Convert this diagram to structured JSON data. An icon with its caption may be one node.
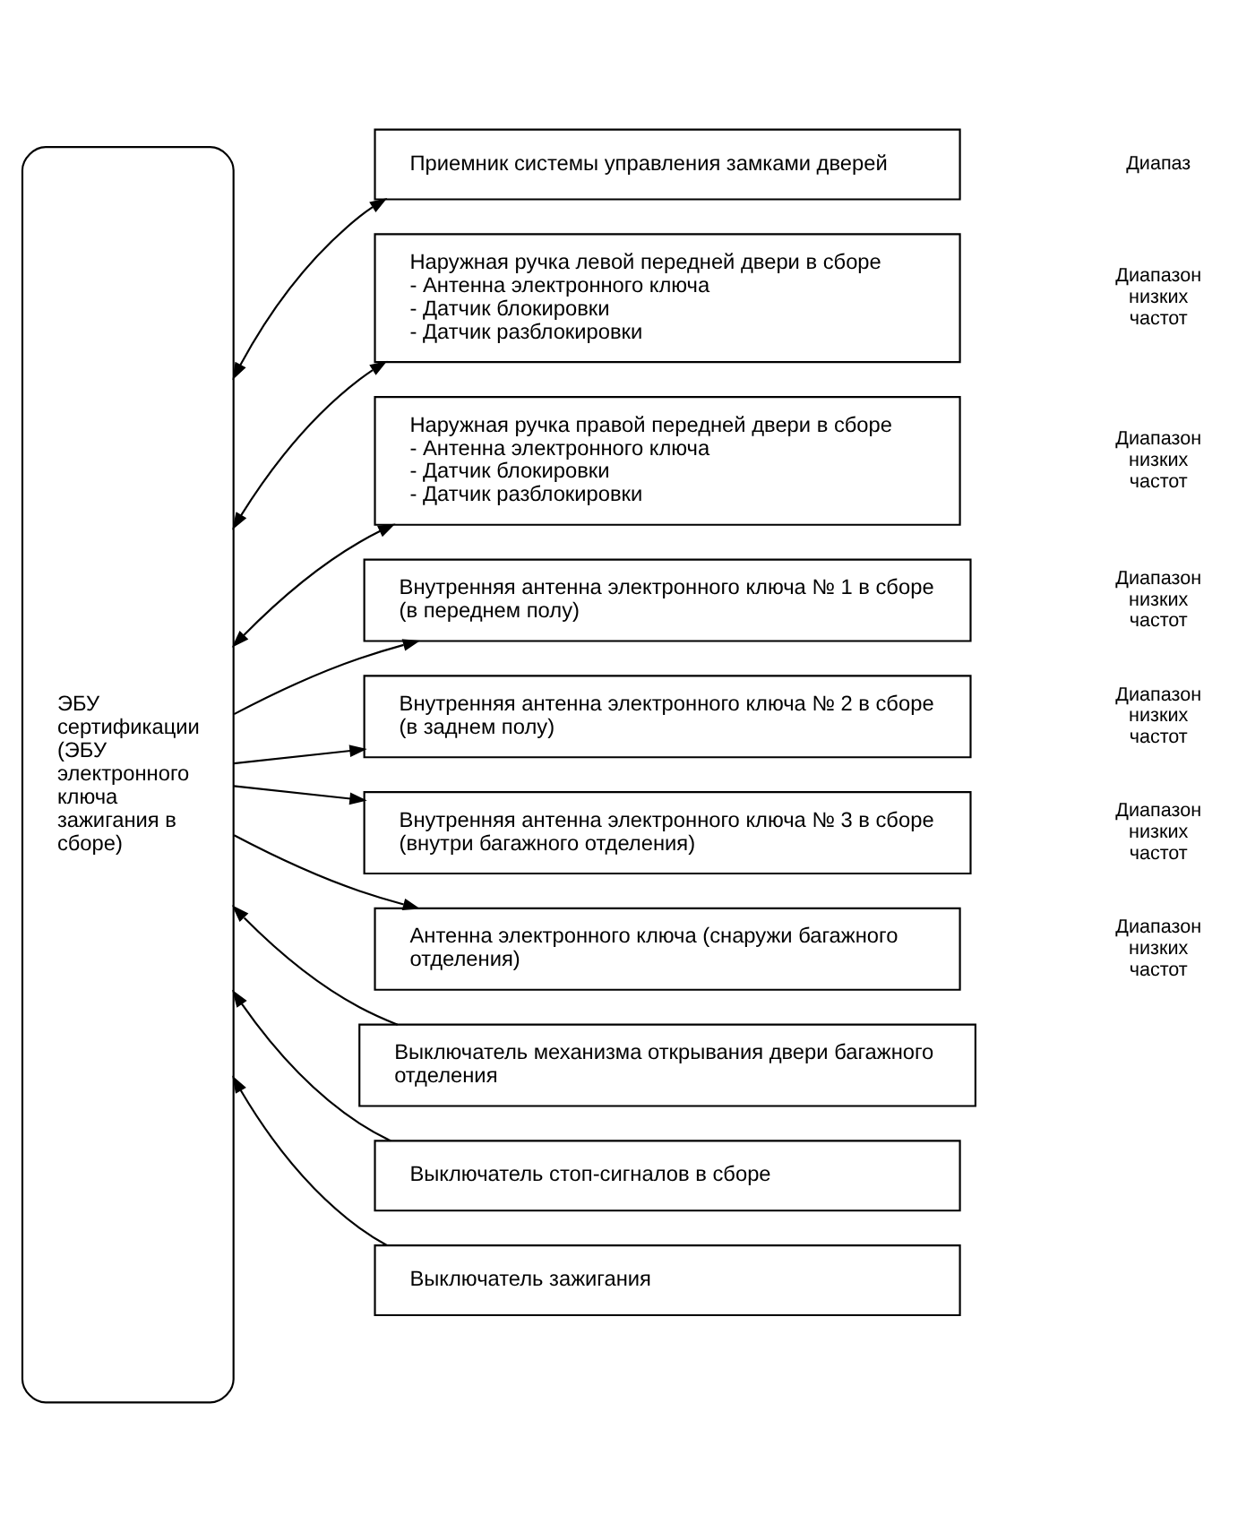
{
  "diagram": {
    "nodes": [
      {
        "text": [
          "ЭБУ сертификации (ЭБУ электронного ключа зажигания в сборе)"
        ]
      },
      {
        "text": [
          "Приемник системы управления замками дверей"
        ]
      },
      {
        "text": [
          "Наружная ручка левой передней двери в сборе",
          "- Антенна электронного ключа",
          "- Датчик блокировки",
          "- Датчик разблокировки"
        ]
      },
      {
        "text": [
          "Наружная ручка правой передней двери в сборе",
          "- Антенна электронного ключа",
          "- Датчик блокировки",
          "- Датчик разблокировки"
        ]
      },
      {
        "text": [
          "Внутренняя антенна электронного ключа № 1 в сборе (в переднем полу)"
        ]
      },
      {
        "text": [
          "Внутренняя антенна электронного ключа № 2 в сборе (в заднем полу)"
        ]
      },
      {
        "text": [
          "Внутренняя антенна электронного ключа № 3 в сборе (внутри багажного отделения)"
        ]
      },
      {
        "text": [
          "Антенна электронного ключа (снаружи багажного отделения)"
        ]
      },
      {
        "text": [
          "Выключатель механизма открывания двери багажного отделения"
        ]
      },
      {
        "text": [
          "Выключатель стоп-сигналов в сборе"
        ]
      },
      {
        "text": [
          "Выключатель зажигания"
        ]
      }
    ],
    "edges": [
      {
        "from": 0,
        "to": 1,
        "arrow": "both"
      },
      {
        "from": 0,
        "to": 2,
        "arrow": "both"
      },
      {
        "from": 0,
        "to": 3,
        "arrow": "both"
      },
      {
        "from": 0,
        "to": 4,
        "arrow": "to"
      },
      {
        "from": 0,
        "to": 5,
        "arrow": "to"
      },
      {
        "from": 0,
        "to": 6,
        "arrow": "to"
      },
      {
        "from": 0,
        "to": 7,
        "arrow": "to"
      },
      {
        "from": 8,
        "to": 0,
        "arrow": "to"
      },
      {
        "from": 9,
        "to": 0,
        "arrow": "to"
      },
      {
        "from": 10,
        "to": 0,
        "arrow": "to"
      }
    ],
    "labels": [
      "Диапаз",
      "Диапазон низких частот",
      "Диапазон низких частот",
      "Диапазон низких частот",
      "Диапазон низких частот",
      "Диапазон низких частот",
      "Диапазон низких частот"
    ]
  }
}
